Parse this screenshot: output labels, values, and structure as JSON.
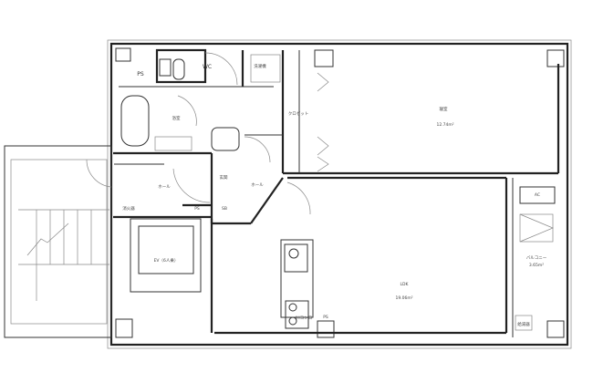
{
  "rooms": {
    "ps_top": "PS",
    "wc": "WC",
    "washer": "洗濯機",
    "bath": "浴室",
    "closet": "クロゼット",
    "bedroom": "寝室",
    "bedroom_area": "12.74m²",
    "hall_left": "ホール",
    "entrance": "玄関",
    "hall_right": "ホール",
    "shoe_box": "SB",
    "ps_mid": "PS",
    "extinguisher": "消火器",
    "elevator": "EV（6人乗）",
    "ih_stove": "IHコンロ",
    "ps_kitchen": "PS",
    "ldk": "LDK",
    "ldk_area": "19.06m²",
    "ac": "AC",
    "balcony": "バルコニー",
    "balcony_area": "3.65m²",
    "water_heater": "給湯器"
  }
}
